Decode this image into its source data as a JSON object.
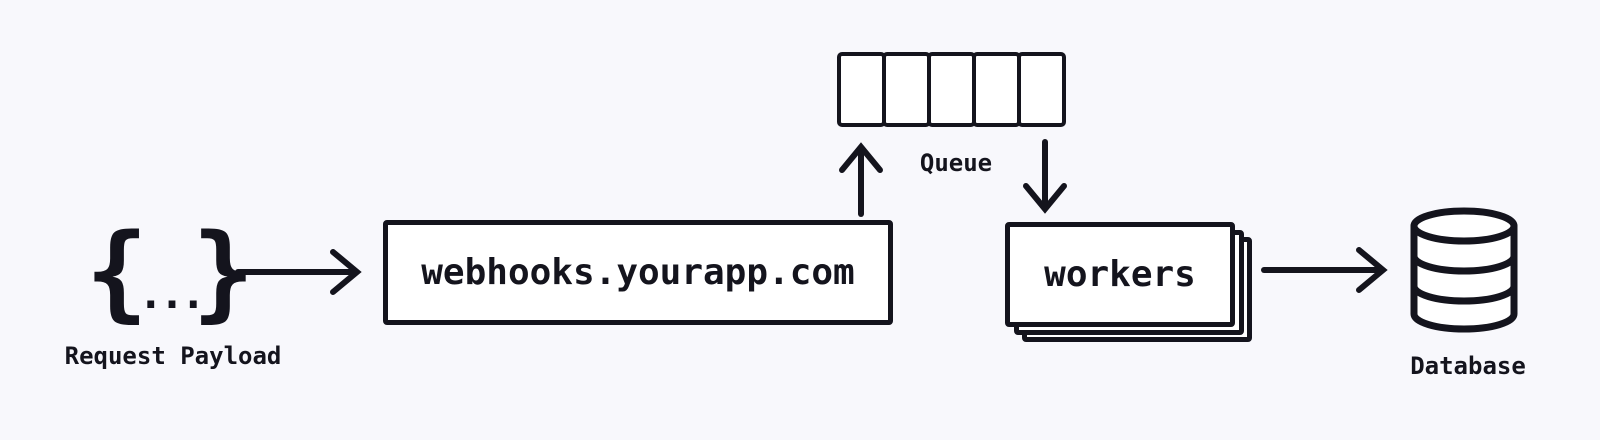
{
  "canvas": {
    "background_color": "#f8f8fc",
    "ink_color": "#14141d",
    "node_fill_color": "#ffffff"
  },
  "payload": {
    "glyph_open": "{",
    "glyph_dots": "...",
    "glyph_close": "}",
    "label": "Request Payload"
  },
  "server": {
    "label": "webhooks.yourapp.com"
  },
  "queue": {
    "label": "Queue",
    "cell_count": 5
  },
  "workers": {
    "label": "workers",
    "layer_count": 3,
    "back_layer_count": 2
  },
  "database": {
    "label": "Database"
  },
  "flow": {
    "arrow_1": "payload-to-server",
    "arrow_2": "server-to-queue",
    "arrow_3": "queue-to-workers",
    "arrow_4": "workers-to-database"
  }
}
